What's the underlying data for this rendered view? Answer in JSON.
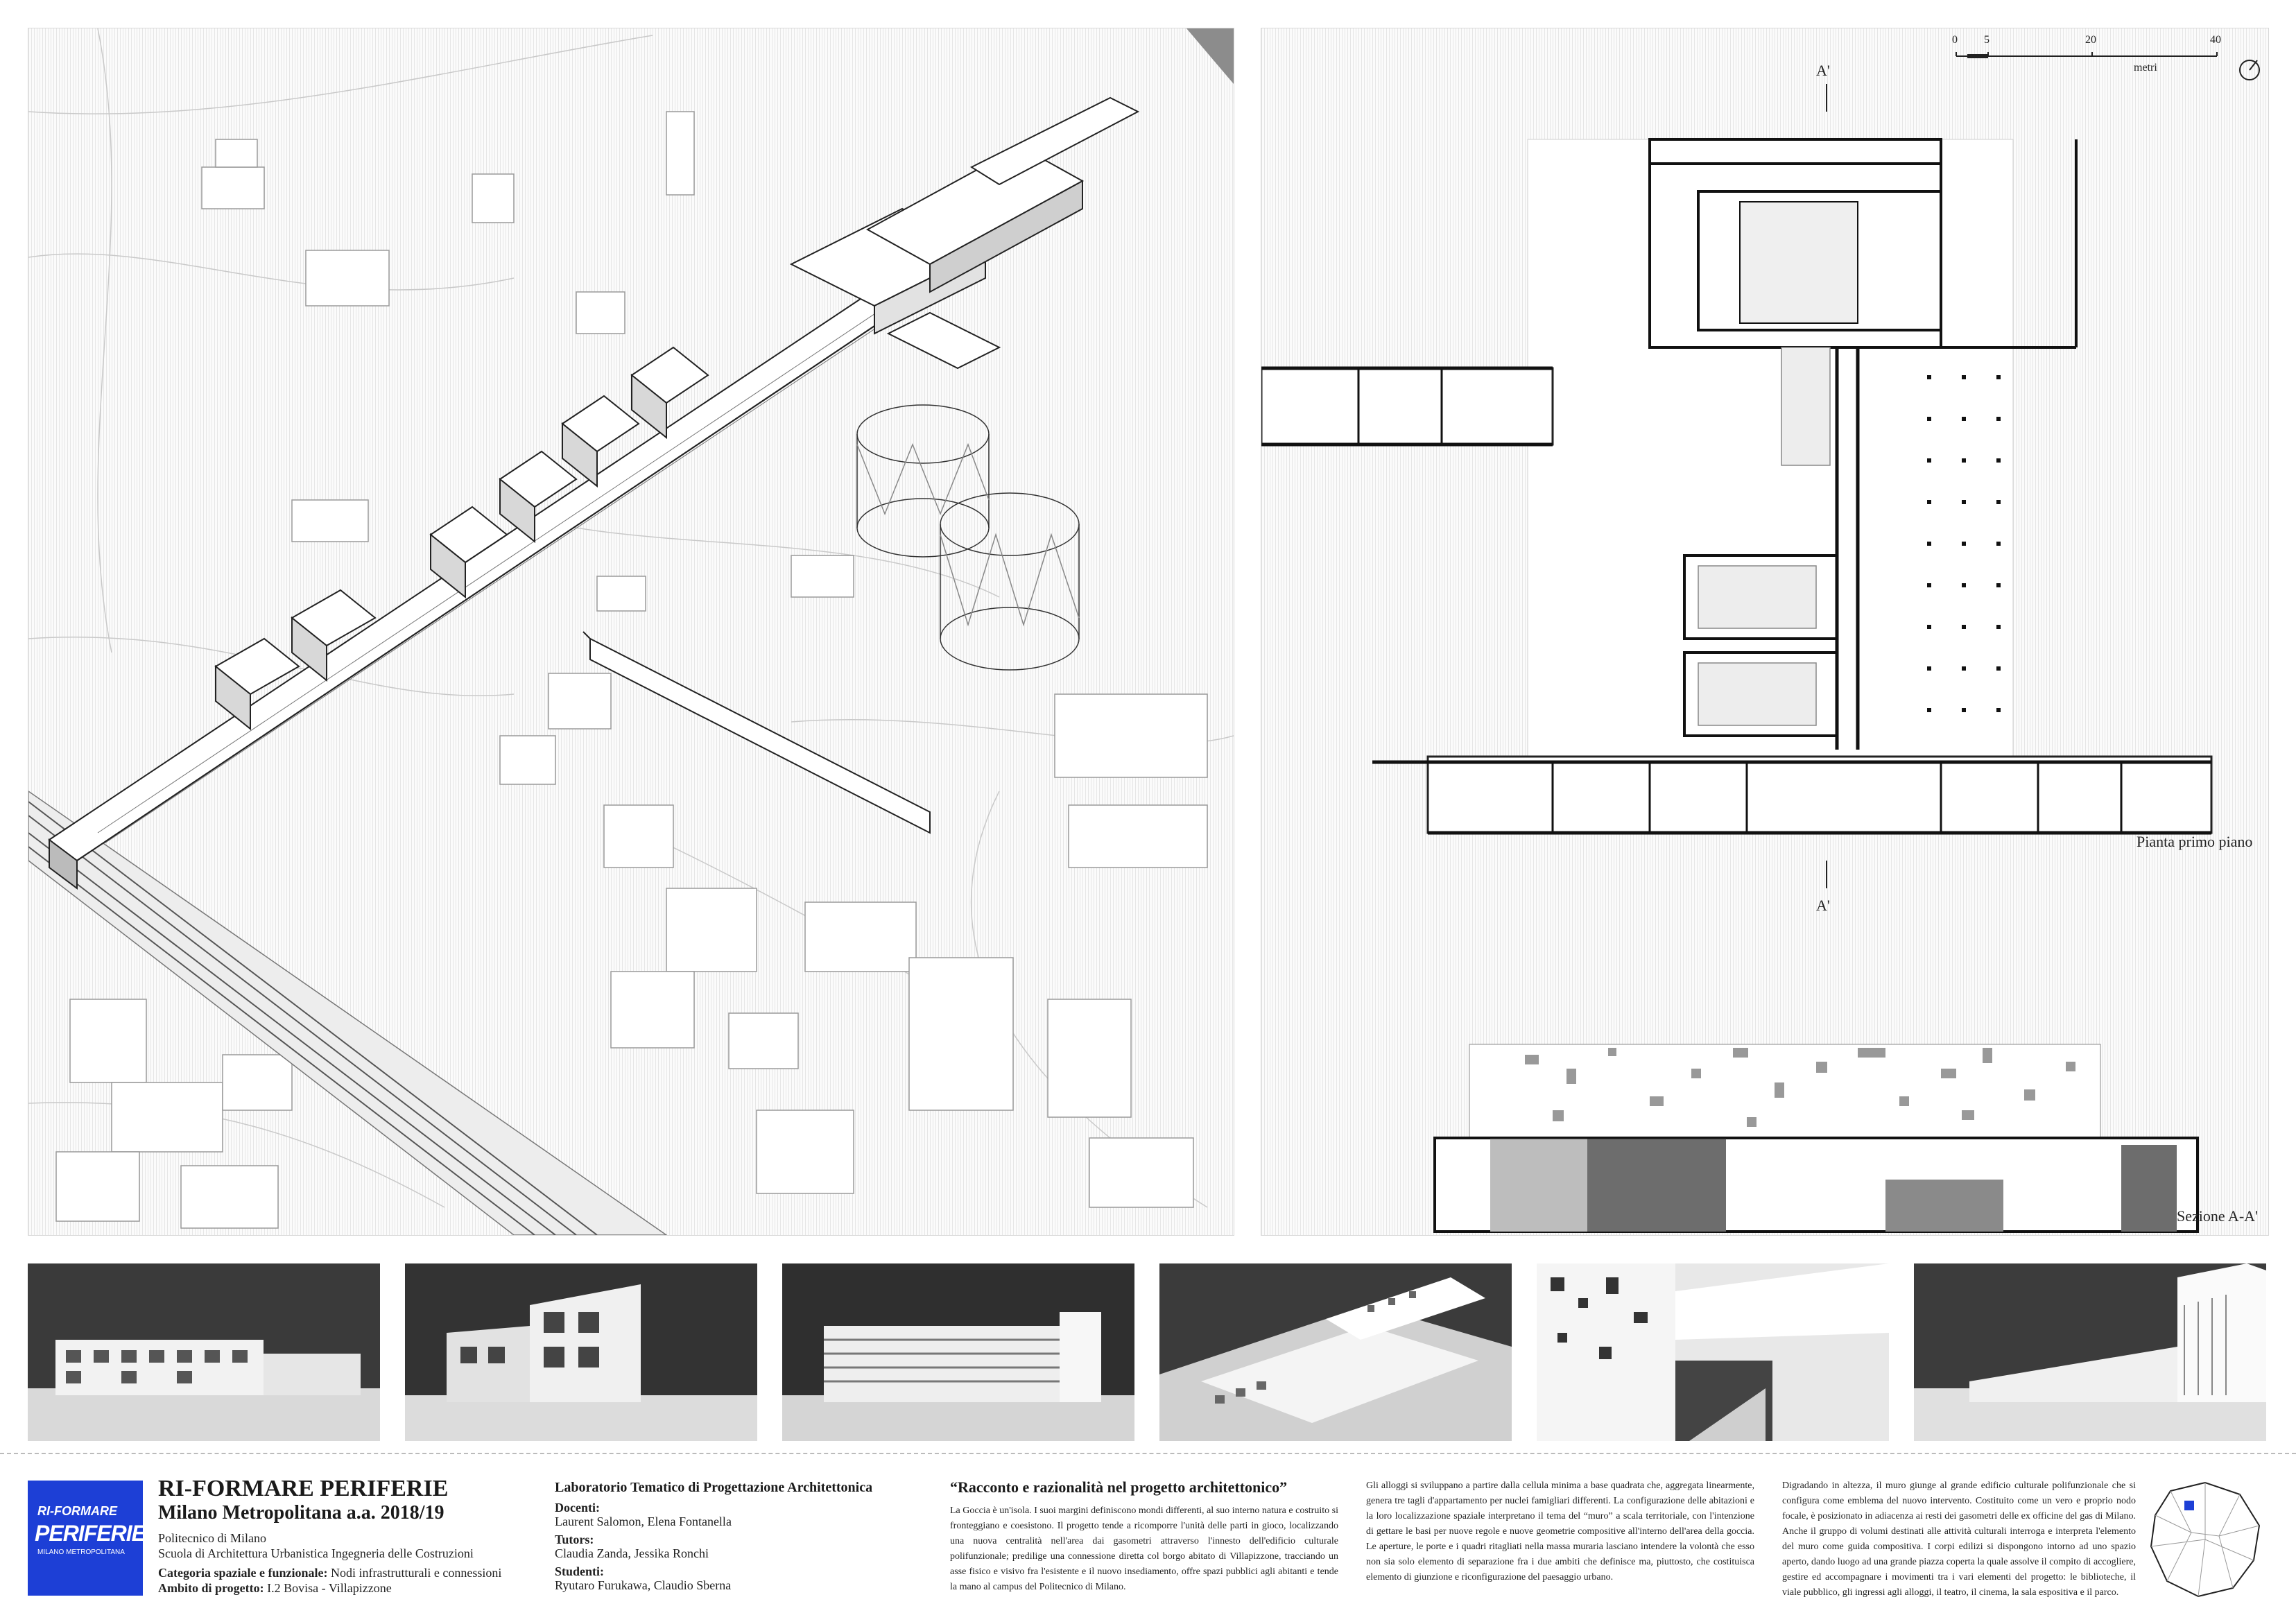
{
  "plan": {
    "section_marker": "A'",
    "scale_ticks": [
      "0",
      "5",
      "20",
      "40"
    ],
    "scale_unit": "metri",
    "plan_caption": "Pianta primo piano",
    "section_caption": "Sezione A-A'"
  },
  "footer": {
    "logo_text": "PERIFERIE",
    "logo_text_small": "RI-FORMARE",
    "logo_subtext": "MILANO METROPOLITANA",
    "title": "RI-FORMARE PERIFERIE",
    "subtitle": "Milano Metropolitana a.a. 2018/19",
    "institution": "Politecnico di Milano",
    "school": "Scuola di Architettura Urbanistica Ingegneria delle Costruzioni",
    "category_label": "Categoria spaziale e funzionale:",
    "category_value": "Nodi infrastrutturali e connessioni",
    "scope_label": "Ambito di progetto:",
    "scope_value": "I.2 Bovisa - Villapizzone",
    "lab_title": "Laboratorio Tematico di Progettazione Architettonica",
    "docenti_label": "Docenti:",
    "docenti": "Laurent Salomon, Elena Fontanella",
    "tutors_label": "Tutors:",
    "tutors": "Claudia Zanda, Jessika Ronchi",
    "studenti_label": "Studenti:",
    "studenti": "Ryutaro Furukawa, Claudio Sberna",
    "essay_title": "“Racconto e razionalità nel progetto architettonico”",
    "col1": "La Goccia è un'isola. I suoi margini definiscono mondi differenti, al suo interno natura e costruito si fronteggiano e coesistono. Il progetto tende a ricomporre l'unità delle parti in gioco, localizzando una nuova centralità nell'area dai gasometri attraverso l'innesto dell'edificio culturale polifunzionale; predilige una connessione diretta col borgo abitato di Villapizzone, tracciando un asse fisico e visivo fra l'esistente e il nuovo insediamento, offre spazi pubblici agli abitanti e tende la mano al campus del Politecnico di Milano.",
    "col2": "Gli alloggi si sviluppano a partire dalla cellula minima a base quadrata che, aggregata linearmente, genera tre tagli d'appartamento per nuclei famigliari differenti. La configurazione delle abitazioni e la loro localizzazione spaziale interpretano il tema del “muro” a scala territoriale, con l'intenzione di gettare le basi per nuove regole e nuove geometrie compositive all'interno dell'area della goccia. Le aperture, le porte e i quadri ritagliati nella massa muraria lasciano intendere la volontà che esso non sia solo elemento di separazione fra i due ambiti che definisce ma, piuttosto, che costituisca elemento di giunzione e riconfigurazione del paesaggio urbano.",
    "col3": "Digradando in altezza, il muro giunge al grande edificio culturale polifunzionale che si configura come emblema del nuovo intervento. Costituito come un vero e proprio nodo focale, è posizionato in adiacenza ai resti dei gasometri delle ex officine del gas di Milano. Anche il gruppo di volumi destinati alle attività culturali interroga e interpreta l'elemento del muro come guida compositiva. I corpi edilizi si dispongono intorno ad uno spazio aperto, dando luogo ad una grande piazza coperta la quale assolve il compito di accogliere, gestire ed accompagnare i movimenti tra i vari elementi del progetto: le biblioteche, il viale pubblico, gli ingressi agli alloggi, il teatro, il cinema, la sala espositiva e il parco."
  },
  "colors": {
    "logo_blue": "#1d3fd6",
    "ink": "#111111",
    "hatch": "#e6e6e6"
  }
}
